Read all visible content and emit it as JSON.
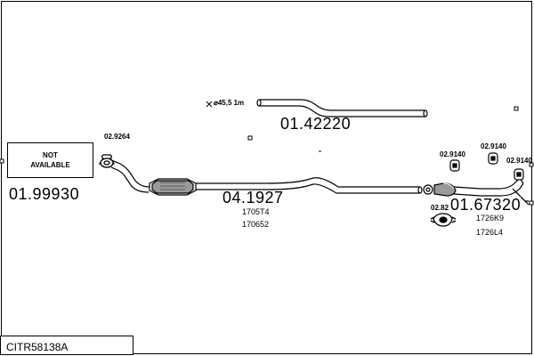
{
  "reference": "CITR58138A",
  "not_available_box": {
    "line1": "NOT",
    "line2": "AVAILABLE"
  },
  "parts": {
    "front_part_number": "01.99930",
    "front_clamp": "02.9264",
    "tube_diameter": "⌀45,5 1m",
    "tube_part_number": "01.42220",
    "middle_part_number": "04.1927",
    "middle_oe_1": "1705T4",
    "middle_oe_2": "170652",
    "rear_part_number": "01.67320",
    "rear_hanger_1": "02.9140",
    "rear_hanger_2": "02.9140",
    "rear_hanger_3": "02.9140",
    "rear_clamp": "02.82",
    "rear_oe_1": "1726K9",
    "rear_oe_2": "1726L4"
  }
}
